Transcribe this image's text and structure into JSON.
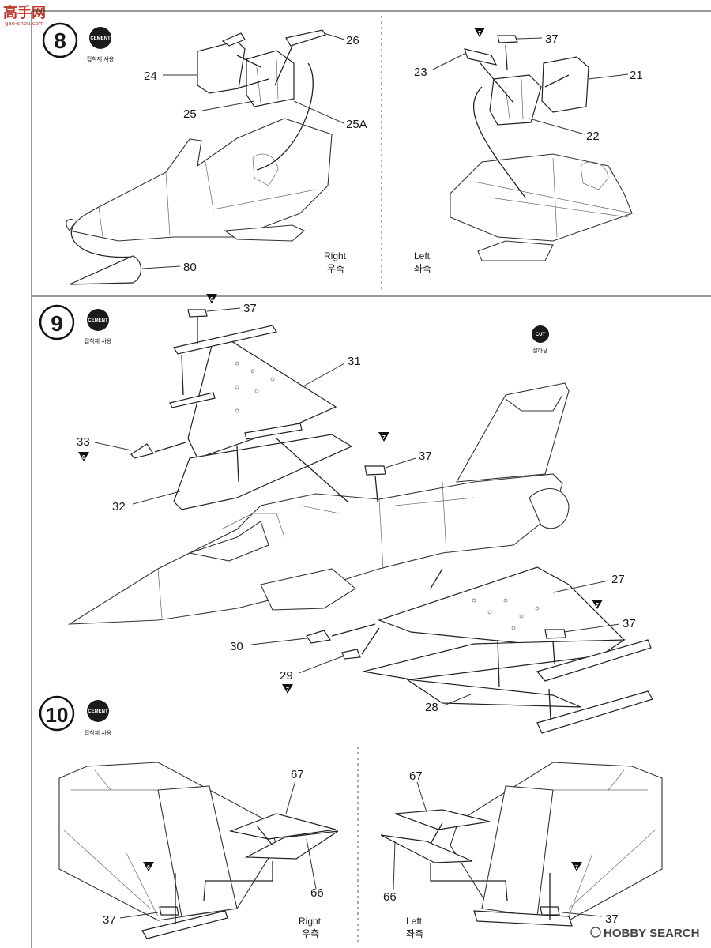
{
  "watermark": {
    "top_left": "高手网",
    "top_left_url": "gao-shou.com",
    "bottom_right": "HOBBY SEARCH"
  },
  "steps": [
    {
      "number": "8",
      "badge": "CEMENT",
      "badge_caption": "접착제 사용",
      "panels": [
        {
          "side_en": "Right",
          "side_ko": "우측",
          "callouts": [
            "26",
            "24",
            "25",
            "25A",
            "80"
          ]
        },
        {
          "side_en": "Left",
          "side_ko": "좌측",
          "callouts": [
            "37",
            "23",
            "21",
            "22"
          ],
          "ref_marker": "7"
        }
      ]
    },
    {
      "number": "9",
      "badge": "CEMENT",
      "badge_caption": "접착제 사용",
      "cut_badge": "CUT",
      "cut_caption": "잘라냄",
      "callouts": [
        "37",
        "31",
        "33",
        "37",
        "32",
        "27",
        "37",
        "30",
        "29",
        "28"
      ],
      "ref_markers": [
        "6",
        "8",
        "7",
        "7",
        "7"
      ]
    },
    {
      "number": "10",
      "badge": "CEMENT",
      "badge_caption": "접착제 사용",
      "panels": [
        {
          "side_en": "Right",
          "side_ko": "우측",
          "callouts": [
            "67",
            "66",
            "37"
          ],
          "ref_marker": "6"
        },
        {
          "side_en": "Left",
          "side_ko": "좌측",
          "callouts": [
            "67",
            "66",
            "37"
          ],
          "ref_marker": "7"
        }
      ]
    }
  ]
}
